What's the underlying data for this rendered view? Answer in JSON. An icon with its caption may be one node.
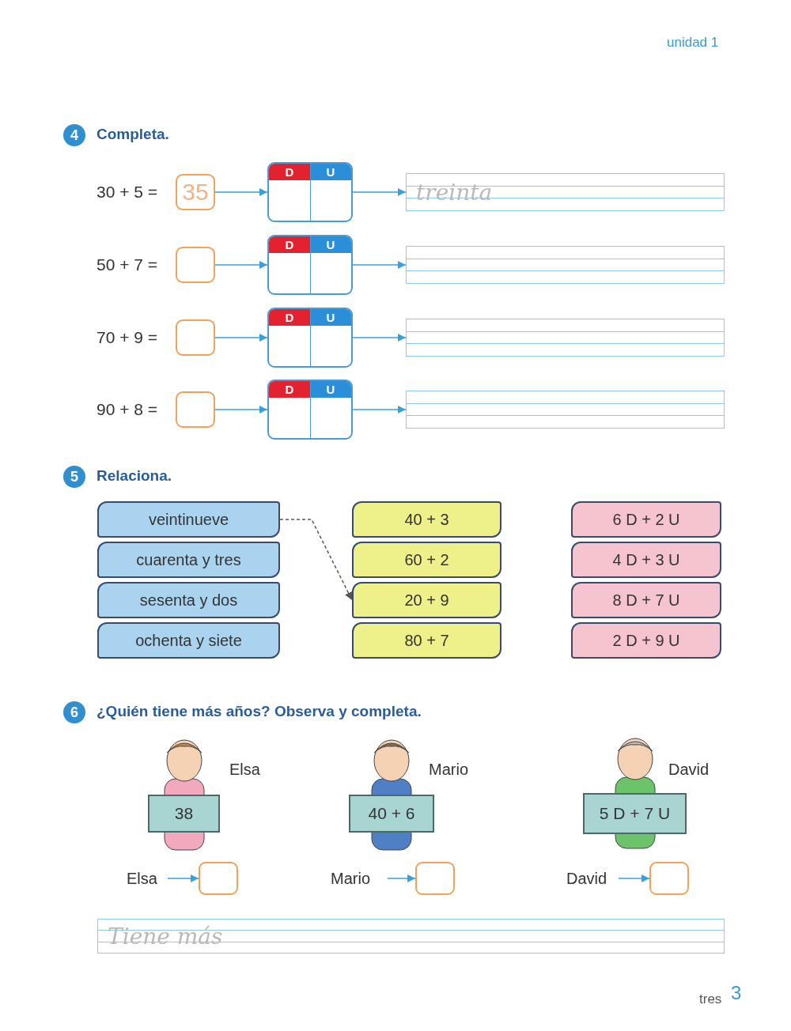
{
  "diagram": {
    "nodes": [
      {
        "text": [
          "35"
        ]
      },
      {
        "text": [
          "D",
          "U"
        ]
      },
      {
        "text": [
          "treinta"
        ]
      },
      {
        "text": [],
        "shape": "box"
      },
      {
        "text": [
          "D",
          "U"
        ]
      },
      {
        "text": [],
        "shape": "bar"
      },
      {
        "text": [],
        "shape": "box"
      },
      {
        "text": [
          "D",
          "U"
        ]
      },
      {
        "text": [],
        "shape": "bar"
      },
      {
        "text": [],
        "shape": "box"
      },
      {
        "text": [
          "D",
          "U"
        ]
      },
      {
        "text": [],
        "shape": "bar"
      },
      {
        "text": [
          "veintinueve"
        ]
      },
      {
        "text": [
          "cuarenta y tres"
        ]
      },
      {
        "text": [
          "sesenta y dos"
        ]
      },
      {
        "text": [
          "ochenta y siete"
        ]
      },
      {
        "text": [
          "40 + 3"
        ]
      },
      {
        "text": [
          "60 + 2"
        ]
      },
      {
        "text": [
          "20 + 9"
        ]
      },
      {
        "text": [
          "80 + 7"
        ]
      },
      {
        "text": [
          "6 D + 2 U"
        ]
      },
      {
        "text": [
          "4 D + 3 U"
        ]
      },
      {
        "text": [
          "8 D + 7 U"
        ]
      },
      {
        "text": [
          "2 D + 9 U"
        ]
      },
      {
        "text": [
          "38"
        ],
        "beside": [
          "Elsa"
        ]
      },
      {
        "text": [
          "40 + 6"
        ],
        "beside": [
          "Mario"
        ]
      },
      {
        "text": [
          "5 D + 7 U"
        ],
        "beside": [
          "David"
        ]
      },
      {
        "text": [
          "Elsa"
        ]
      },
      {
        "text": [],
        "shape": "box"
      },
      {
        "text": [
          "Mario"
        ]
      },
      {
        "text": [],
        "shape": "box"
      },
      {
        "text": [
          "David"
        ]
      },
      {
        "text": [],
        "shape": "box"
      },
      {
        "text": [
          "Tiene más"
        ]
      }
    ],
    "edges": [
      {
        "from": 0,
        "to": 1,
        "arrow": "to"
      },
      {
        "from": 1,
        "to": 2,
        "arrow": "to"
      },
      {
        "from": 3,
        "to": 4,
        "arrow": "to"
      },
      {
        "from": 4,
        "to": 5,
        "arrow": "to"
      },
      {
        "from": 6,
        "to": 7,
        "arrow": "to"
      },
      {
        "from": 7,
        "to": 8,
        "arrow": "to"
      },
      {
        "from": 9,
        "to": 10,
        "arrow": "to"
      },
      {
        "from": 10,
        "to": 11,
        "arrow": "to"
      },
      {
        "from": 12,
        "to": 18,
        "arrow": "to",
        "style": "dashed",
        "color": "#555555"
      },
      {
        "from": 27,
        "to": 28,
        "arrow": "to"
      },
      {
        "from": 29,
        "to": 30,
        "arrow": "to"
      },
      {
        "from": 31,
        "to": 32,
        "arrow": "to"
      }
    ],
    "labels": [
      "unidad 1",
      "4",
      "Completa.",
      "30 + 5 =",
      "50 + 7 =",
      "70 + 9 =",
      "90 + 8 =",
      "5",
      "Relaciona.",
      "6",
      "¿Quién tiene más años? Observa y completa.",
      "tres",
      "3"
    ]
  }
}
